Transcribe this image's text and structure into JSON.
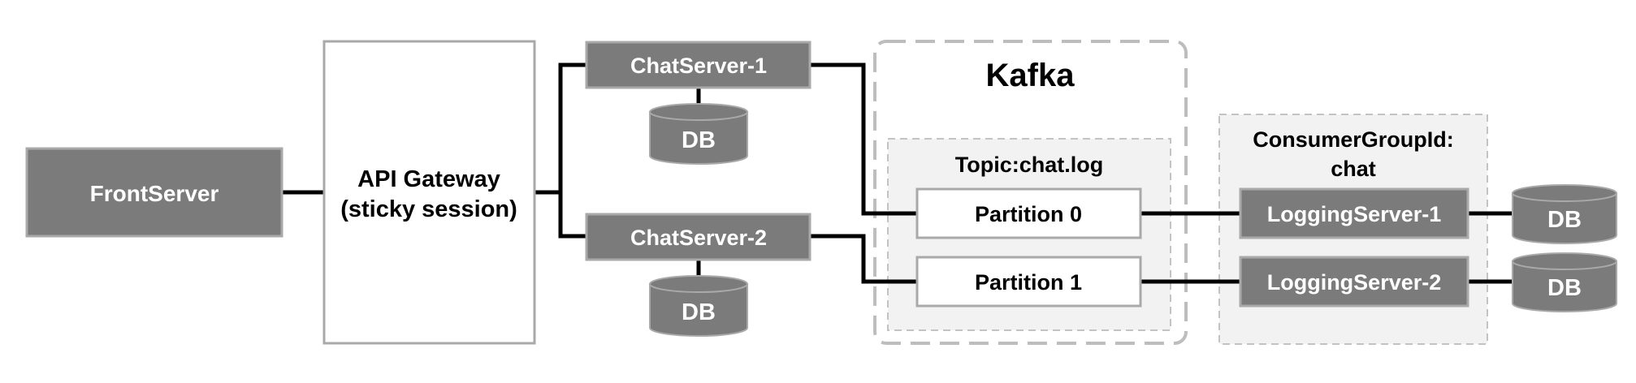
{
  "front_server": {
    "label": "FrontServer"
  },
  "api_gateway": {
    "line1": "API Gateway",
    "line2": "(sticky session)"
  },
  "chat_servers": [
    {
      "label": "ChatServer-1",
      "db": "DB"
    },
    {
      "label": "ChatServer-2",
      "db": "DB"
    }
  ],
  "kafka": {
    "title": "Kafka",
    "topic": "Topic:chat.log",
    "partitions": [
      "Partition 0",
      "Partition 1"
    ]
  },
  "consumer_group": {
    "line1": "ConsumerGroupId:",
    "line2": "chat",
    "servers": [
      {
        "label": "LoggingServer-1",
        "db": "DB"
      },
      {
        "label": "LoggingServer-2",
        "db": "DB"
      }
    ]
  },
  "colors": {
    "box_fill": "#7b7b7b",
    "box_stroke": "#a9a9a9",
    "panel_fill": "#f2f2f2",
    "dash_stroke": "#bdbdbd",
    "line": "#000000"
  }
}
